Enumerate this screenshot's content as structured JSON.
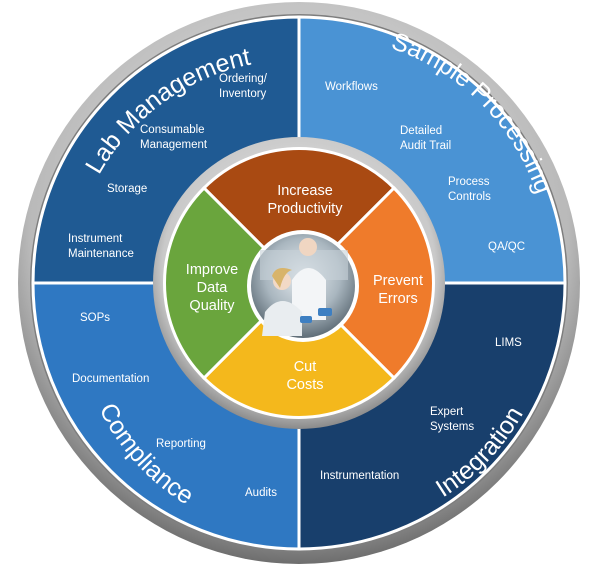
{
  "quadrants": {
    "lab_management": {
      "title": "Lab Management",
      "items": [
        "Ordering/\nInventory",
        "Consumable\nManagement",
        "Storage",
        "Instrument\nMaintenance"
      ],
      "color": "#1f5a93"
    },
    "sample_processing": {
      "title": "Sample Processing",
      "items": [
        "Workflows",
        "Detailed\nAudit Trail",
        "Process\nControls",
        "QA/QC"
      ],
      "color": "#4a93d4"
    },
    "compliance": {
      "title": "Compliance",
      "items": [
        "SOPs",
        "Documentation",
        "Reporting",
        "Audits"
      ],
      "color": "#2f78c2"
    },
    "integration": {
      "title": "Integration",
      "items": [
        "LIMS",
        "Expert\nSystems",
        "Instrumentation"
      ],
      "color": "#183f6c"
    }
  },
  "center": {
    "top": {
      "label": "Increase\nProductivity",
      "color": "#a94a12"
    },
    "right": {
      "label": "Prevent\nErrors",
      "color": "#ef7b2b"
    },
    "bottom": {
      "label": "Cut\nCosts",
      "color": "#f4b81c"
    },
    "left": {
      "label": "Improve\nData\nQuality",
      "color": "#6aa53d"
    }
  },
  "photo": {
    "icon": "scientists-photo"
  }
}
